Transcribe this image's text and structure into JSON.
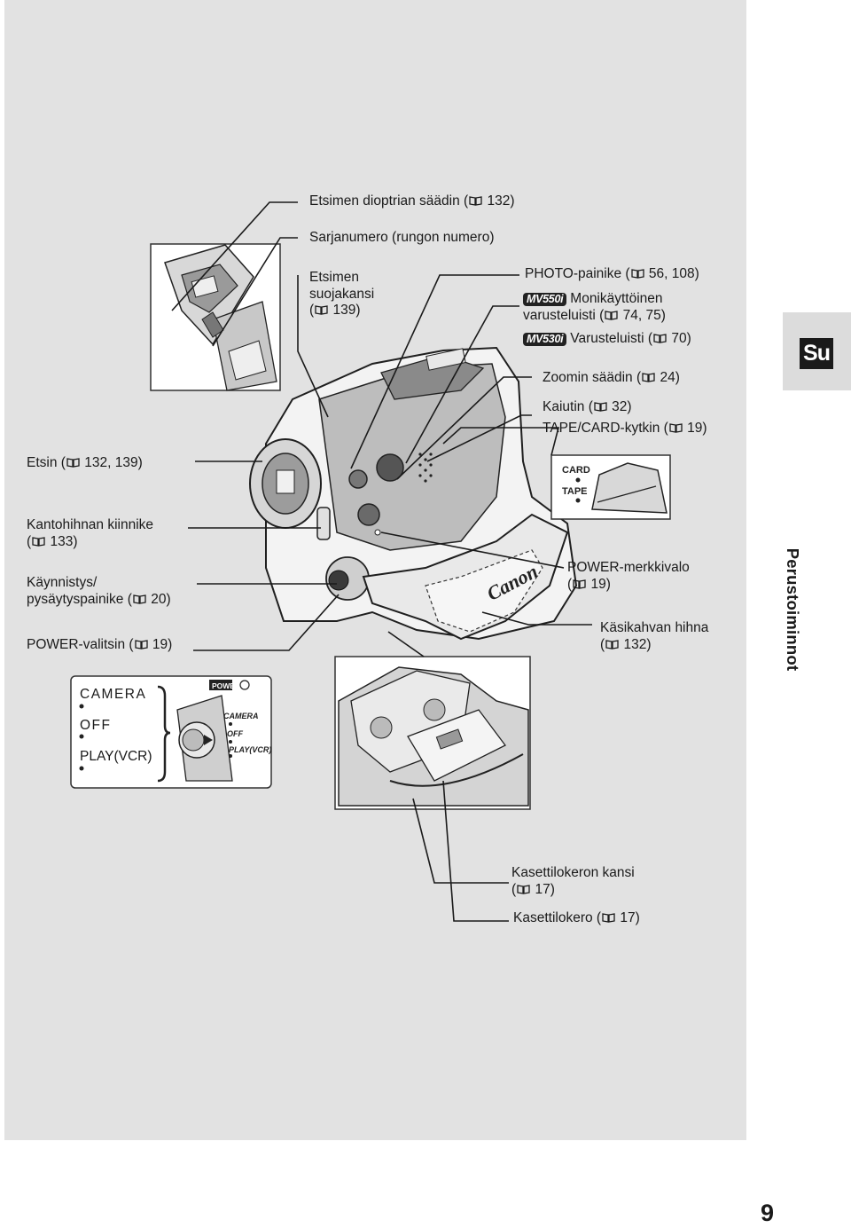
{
  "page": {
    "number": "9"
  },
  "tab": {
    "code": "Su",
    "section": "Perustoiminnot"
  },
  "badges": {
    "mv550": "MV550i",
    "mv530": "MV530i"
  },
  "labels": {
    "dioptric_a": "Etsimen dioptrian säädin (",
    "dioptric_b": " 132)",
    "serial": "Sarjanumero (rungon numero)",
    "cover_1": "Etsimen",
    "cover_2": "suojakansi",
    "cover_3a": "(",
    "cover_3b": " 139)",
    "photo_a": "PHOTO-painike (",
    "photo_b": " 56, 108)",
    "multi_1": "Monikäyttöinen",
    "multi_2a": "varusteluisti (",
    "multi_2b": " 74, 75)",
    "accessory_a": "Varusteluisti (",
    "accessory_b": " 70)",
    "zoom_a": "Zoomin säädin (",
    "zoom_b": " 24)",
    "speaker_a": "Kaiutin (",
    "speaker_b": " 32)",
    "tapecard_a": "TAPE/CARD-kytkin (",
    "tapecard_b": " 19)",
    "finder_a": "Etsin (",
    "finder_b": " 132, 139)",
    "strapmount_1": "Kantohihnan kiinnike",
    "strapmount_2a": "(",
    "strapmount_2b": " 133)",
    "startstop_1": "Käynnistys/",
    "startstop_2a": "pysäytyspainike (",
    "startstop_2b": " 20)",
    "power_sw_a": "POWER-valitsin (",
    "power_sw_b": " 19)",
    "power_led_1": "POWER-merkkivalo",
    "power_led_2a": "(",
    "power_led_2b": " 19)",
    "grip_1": "Käsikahvan hihna",
    "grip_2a": "(",
    "grip_2b": " 132)",
    "cassette_cover_1": "Kasettilokeron kansi",
    "cassette_cover_2a": "(",
    "cassette_cover_2b": " 17)",
    "cassette_a": "Kasettilokero (",
    "cassette_b": " 17)"
  },
  "switch_inset": {
    "card": "CARD",
    "tape": "TAPE"
  },
  "power_inset": {
    "options": [
      "CAMERA",
      "OFF",
      "PLAY(VCR)"
    ],
    "dial_title": "POWER",
    "dial_options": [
      "CAMERA",
      "OFF",
      "PLAY(VCR)"
    ]
  },
  "brand": "Canon",
  "icons": {
    "page_reference": "book-icon"
  }
}
